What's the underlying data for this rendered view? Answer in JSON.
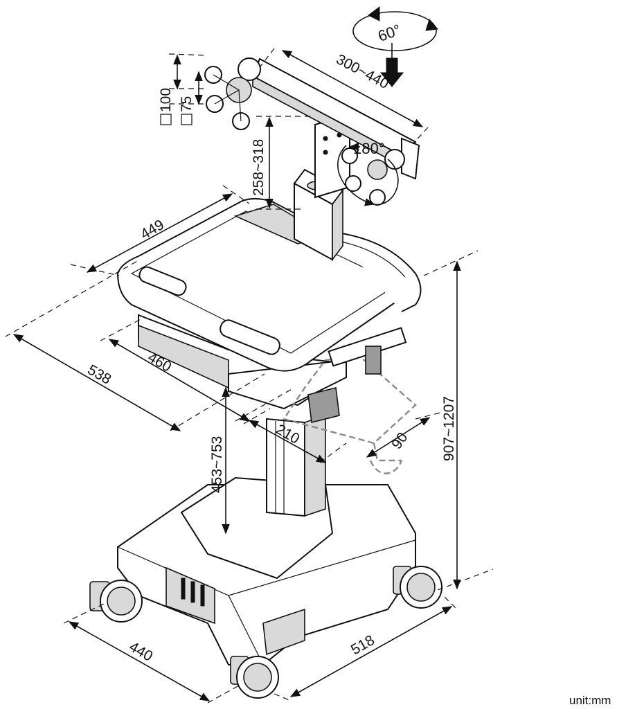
{
  "dimensions": {
    "monitor_arm_width": "300~440",
    "tilt_angle": "60°",
    "rotate_angle": "180°",
    "vesa_large": "100",
    "vesa_small": "75",
    "arm_height": "258~318",
    "worksurface_depth": "449",
    "worksurface_width": "538",
    "drawer_width": "460",
    "keyboard_offset": "210",
    "mouse_tray": "90",
    "worksurface_height": "453~753",
    "total_height": "907~1207",
    "base_depth": "440",
    "base_width": "518"
  },
  "unit_label": "unit:mm",
  "colors": {
    "line": "#111111",
    "shade": "#d9d9d9",
    "ghost": "#8a8a8a"
  }
}
